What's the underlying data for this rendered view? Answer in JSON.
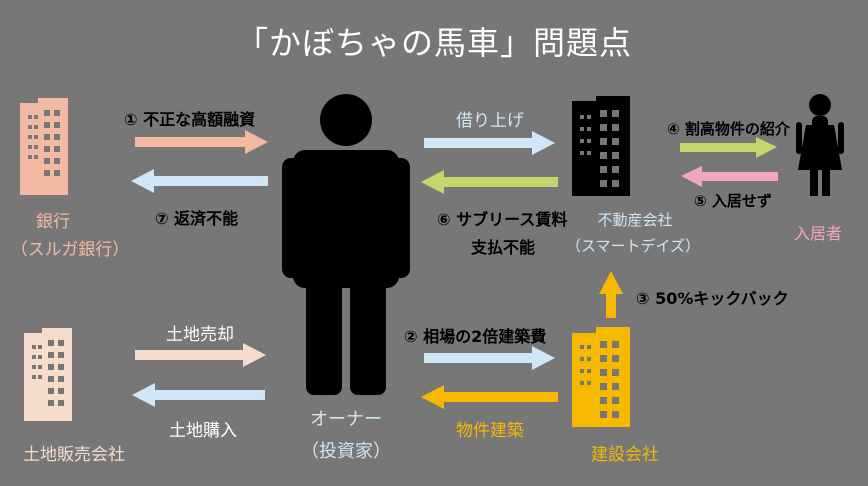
{
  "title": "「かぼちゃの馬車」問題点",
  "nodes": {
    "bank": {
      "line1": "銀行",
      "line2": "（スルガ銀行）"
    },
    "land_company": {
      "line1": "土地販売会社"
    },
    "owner": {
      "line1": "オーナー",
      "line2": "（投資家）"
    },
    "realestate": {
      "line1": "不動産会社",
      "line2": "（スマートデイズ）"
    },
    "builder": {
      "line1": "建設会社"
    },
    "tenant": {
      "line1": "入居者"
    }
  },
  "edges": {
    "loan": "① 不正な高額融資",
    "land_sale": "土地売却",
    "land_purchase": "土地購入",
    "build_cost": "② 相場の2倍建築費",
    "construction": "物件建築",
    "kickback": "③ 50%キックバック",
    "intro": "④ 割高物件の紹介",
    "no_move_in": "⑤ 入居せず",
    "sublease_line1": "⑥ サブリース賃料",
    "sublease_line2": "支払不能",
    "no_repay": "⑦ 返済不能",
    "lease": "借り上げ"
  },
  "colors": {
    "bank": "#f2b9a3",
    "land_company": "#f5dccb",
    "realestate": "#000000",
    "builder": "#f7b800",
    "owner": "#000000",
    "tenant": "#000000",
    "arrow_pink": "#f2b9a3",
    "arrow_blue": "#cfe6f7",
    "arrow_green": "#c2d66b",
    "arrow_orange": "#f7b800",
    "arrow_lightpink": "#f3a6c3"
  }
}
